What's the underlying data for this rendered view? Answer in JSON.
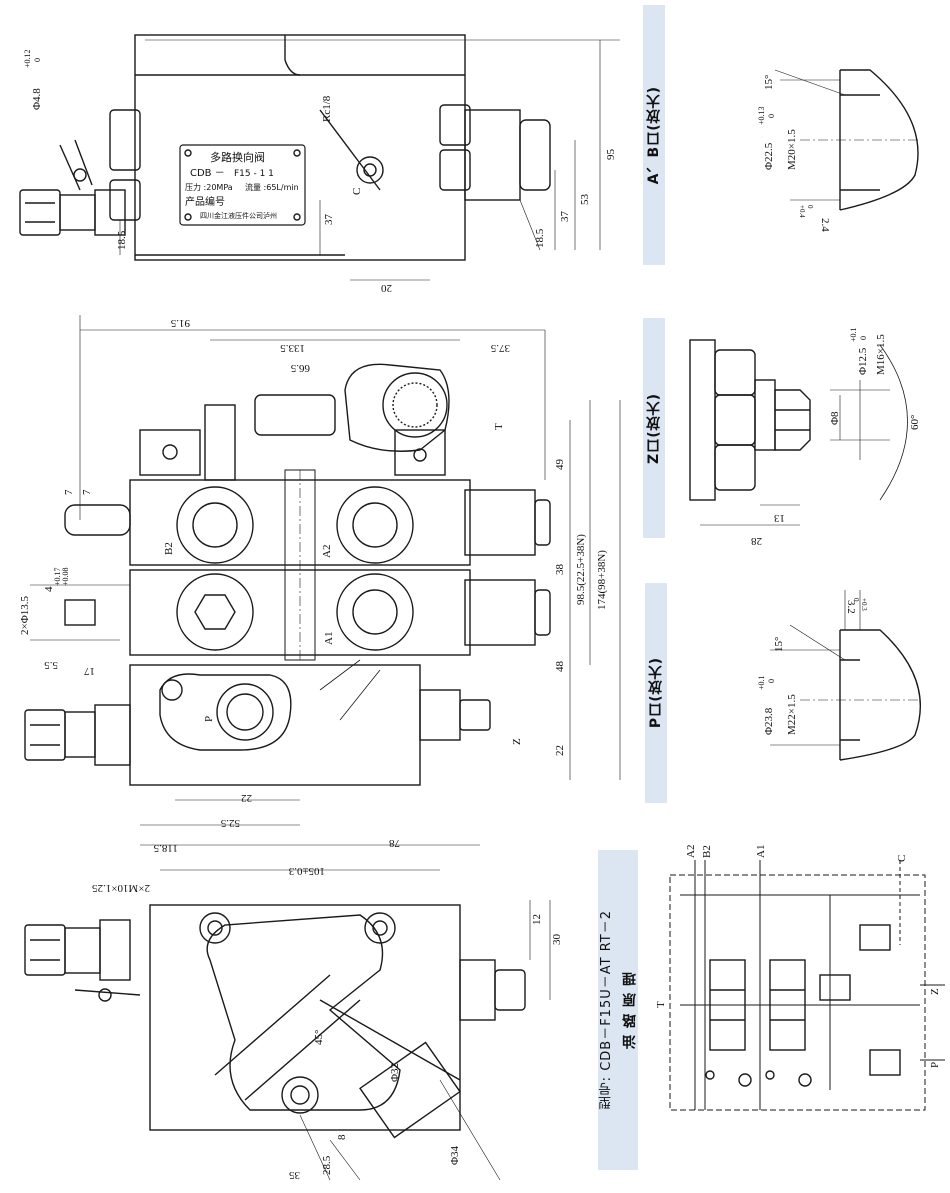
{
  "views": {
    "top": {
      "dims": {
        "phi48": "Φ4.8",
        "phi48_tol_upper": "+0.12",
        "phi48_tol_lower": "0",
        "rc18": "Rc1/8",
        "c": "C",
        "d95": "95",
        "d53": "53",
        "d37a": "37",
        "d37b": "37",
        "d185a": "18.5",
        "d185b": "18.5",
        "d20": "20"
      },
      "nameplate": {
        "title": "多路换向阀",
        "model_prefix": "CDB －",
        "model_value": "F15 - 1 1",
        "pressure": "压力 :20MPa",
        "flow": "流量 :65L/min",
        "serial_label": "产品编号",
        "maker": "四川金江液压件公司泸州"
      }
    },
    "middle": {
      "dims": {
        "d915": "91.5",
        "d1335": "133.5",
        "d665": "66.5",
        "d375": "37.5",
        "d7a": "7",
        "d7b": "7",
        "d2phi135": "2×Φ13.5",
        "d4tol": "4",
        "d4tol_upper": "+0.17",
        "d4tol_lower": "+0.08",
        "d55": "5.5",
        "d17": "17",
        "d49": "49",
        "d38": "38",
        "d48": "48",
        "d22v": "22",
        "d985": "98.5(22.5+38N)",
        "d174": "174(98+38N)",
        "d22h": "22",
        "d525": "52.5",
        "d78": "78"
      },
      "ports": {
        "b2": "B2",
        "a2": "A2",
        "a1": "A1",
        "p": "P",
        "z": "Z",
        "t": "T"
      }
    },
    "bottom": {
      "dims": {
        "d1185": "118.5",
        "d105": "105±0.3",
        "m10": "2×M10×1.25",
        "d12": "12",
        "d30": "30",
        "d45": "45°",
        "phi32": "Φ32",
        "phi34": "Φ34",
        "d8": "8",
        "d285": "28.5",
        "d35": "35"
      }
    }
  },
  "details": {
    "ab_port": {
      "label": "A、B口(放大)",
      "thread": "M20×1.5",
      "dia": "Φ22.5",
      "dia_tol_upper": "+0.13",
      "dia_tol_lower": "0",
      "angle": "15°",
      "depth": "2.4",
      "depth_tol_upper": "+0.4",
      "depth_tol_lower": "0"
    },
    "z_port": {
      "label": "Z口(放大)",
      "thread": "M16×1.5",
      "dia": "Φ12.5",
      "dia_tol_upper": "+0.1",
      "dia_tol_lower": "0",
      "bore": "Φ8",
      "angle": "60°",
      "d13": "13",
      "d28": "28"
    },
    "p_port": {
      "label": "P口(放大)",
      "thread": "M22×1.5",
      "dia": "Φ23.8",
      "dia_tol_upper": "+0.1",
      "dia_tol_lower": "0",
      "angle": "15°",
      "depth": "3.2",
      "depth_tol_upper": "+0.3",
      "depth_tol_lower": "0"
    }
  },
  "hydraulic": {
    "model_line": "型号: CDB－F15U－AT RT－2",
    "title": "油 路 原 理",
    "ports": {
      "a2": "A2",
      "b2": "B2",
      "a1": "A1",
      "c": "C",
      "t": "T",
      "z": "Z",
      "p": "P"
    }
  },
  "colors": {
    "line": "#1a1a1a",
    "band": "#dce6f2",
    "paper": "#ffffff"
  }
}
